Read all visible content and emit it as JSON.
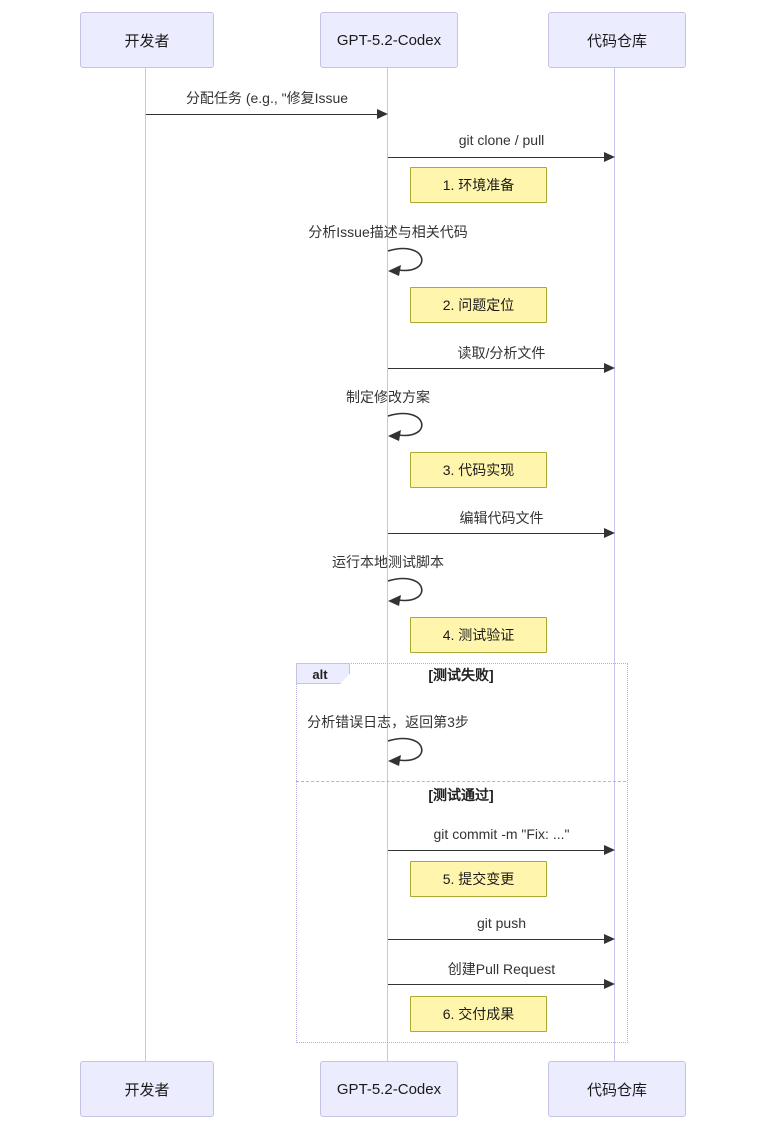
{
  "actors": [
    {
      "label": "开发者"
    },
    {
      "label": "GPT-5.2-Codex"
    },
    {
      "label": "代码仓库"
    }
  ],
  "messages": [
    {
      "text": "分配任务 (e.g., \"修复Issue",
      "from": "开发者",
      "to": "GPT-5.2-Codex"
    },
    {
      "text": "git clone / pull",
      "from": "GPT-5.2-Codex",
      "to": "代码仓库"
    },
    {
      "text": "读取/分析文件",
      "from": "GPT-5.2-Codex",
      "to": "代码仓库"
    },
    {
      "text": "编辑代码文件",
      "from": "GPT-5.2-Codex",
      "to": "代码仓库"
    },
    {
      "text": "git commit -m \"Fix: ...\"",
      "from": "GPT-5.2-Codex",
      "to": "代码仓库"
    },
    {
      "text": "git push",
      "from": "GPT-5.2-Codex",
      "to": "代码仓库"
    },
    {
      "text": "创建Pull Request",
      "from": "GPT-5.2-Codex",
      "to": "代码仓库"
    }
  ],
  "self_messages": [
    {
      "text": "分析Issue描述与相关代码",
      "actor": "GPT-5.2-Codex"
    },
    {
      "text": "制定修改方案",
      "actor": "GPT-5.2-Codex"
    },
    {
      "text": "运行本地测试脚本",
      "actor": "GPT-5.2-Codex"
    },
    {
      "text": "分析错误日志，返回第3步",
      "actor": "GPT-5.2-Codex"
    }
  ],
  "notes": [
    {
      "text": "1. 环境准备"
    },
    {
      "text": "2. 问题定位"
    },
    {
      "text": "3. 代码实现"
    },
    {
      "text": "4. 测试验证"
    },
    {
      "text": "5. 提交变更"
    },
    {
      "text": "6. 交付成果"
    }
  ],
  "alt_block": {
    "label": "alt",
    "condition_fail": "[测试失败]",
    "condition_pass": "[测试通过]"
  },
  "colors": {
    "actor_fill": "#ECECFF",
    "actor_border": "#C6C2E6",
    "note_fill": "#FFF5AD",
    "note_border": "#AAAA33",
    "arrow": "#333333",
    "lifeline": "#C9C4EE",
    "frame_border": "#B6B0DF"
  }
}
